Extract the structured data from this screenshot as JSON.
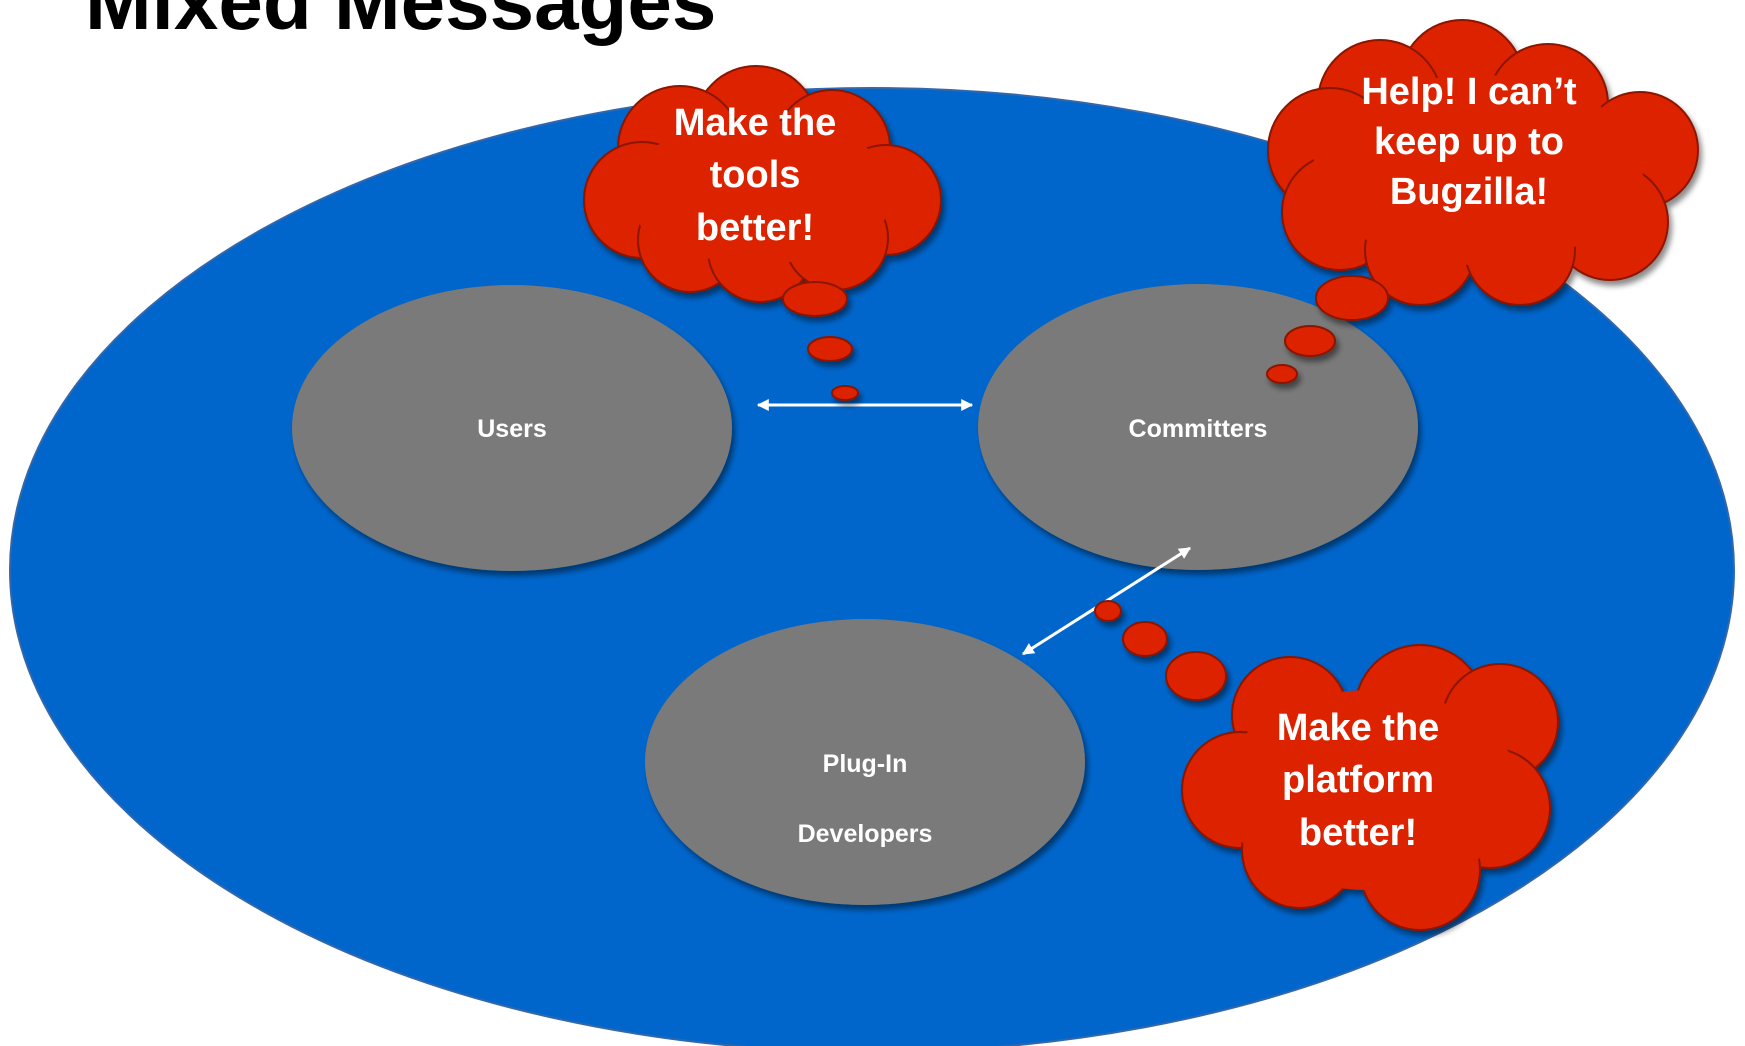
{
  "title": "Mixed Messages",
  "colors": {
    "background_ellipse": "#0066cc",
    "node_fill": "#7a7a7a",
    "cloud_fill": "#dd2200",
    "cloud_stroke": "#8a1500",
    "arrow": "#ffffff",
    "text": "#ffffff"
  },
  "nodes": {
    "users": {
      "label": "Users"
    },
    "committers": {
      "label": "Committers"
    },
    "plugin_developers": {
      "line1": "Plug-In",
      "line2": "Developers"
    }
  },
  "thoughts": {
    "users": {
      "lines": [
        "Make the",
        "tools",
        "better!"
      ]
    },
    "committers": {
      "lines": [
        "Help! I can’t",
        "keep up to",
        "Bugzilla!"
      ]
    },
    "plugin_developers": {
      "lines": [
        "Make the",
        "platform",
        "better!"
      ]
    }
  }
}
